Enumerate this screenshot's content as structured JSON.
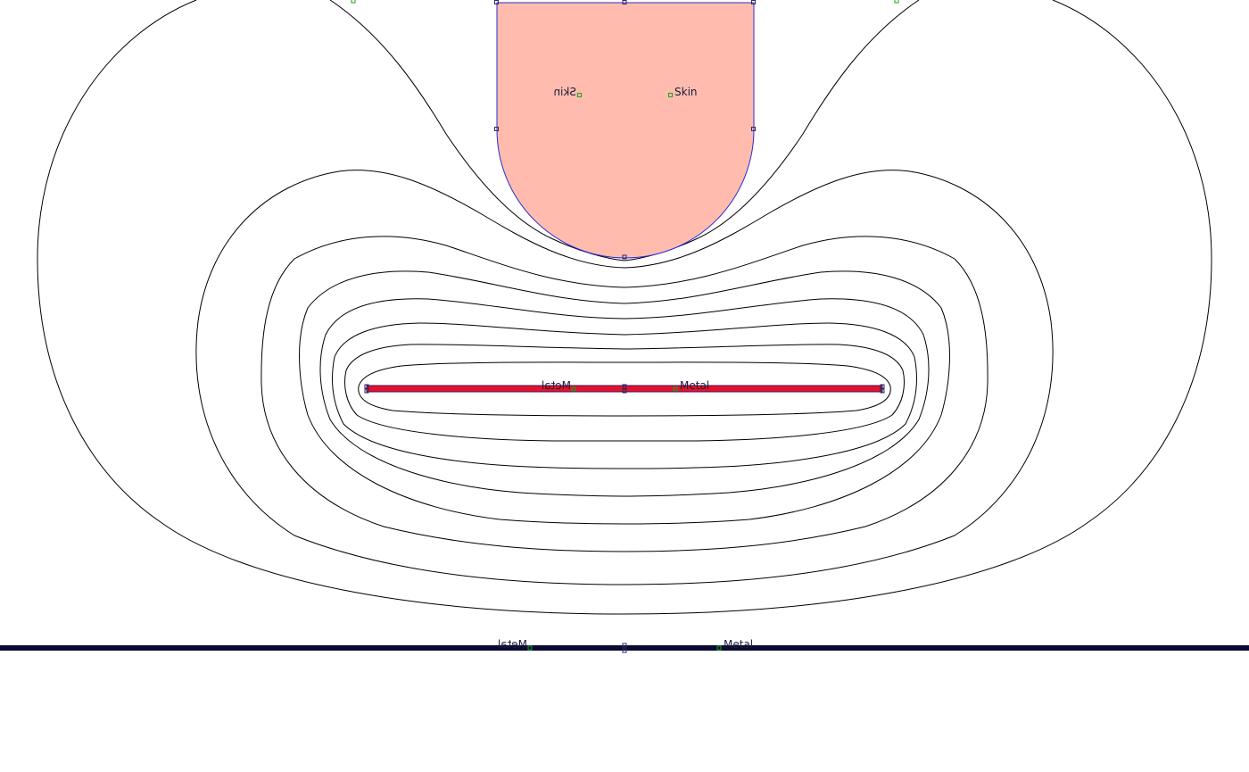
{
  "colors": {
    "background": "#ffffff",
    "contour": "#000000",
    "skin_fill": "#ffbcae",
    "skin_outline": "#2b2bd6",
    "electrode_fill": "#e8102a",
    "electrode_outline": "#3a1a5a",
    "ground_plane": "#0a0a33",
    "node_marker": "#2a2a66",
    "label_marker": "#1aa31a"
  },
  "regions": {
    "skin": {
      "label_right": "Skin",
      "label_left_mirrored": "Skin"
    },
    "electrode": {
      "label_right": "Metal",
      "label_left_mirrored": "Metal"
    },
    "ground": {
      "label_right": "Metal",
      "label_left_mirrored": "Metal"
    }
  }
}
